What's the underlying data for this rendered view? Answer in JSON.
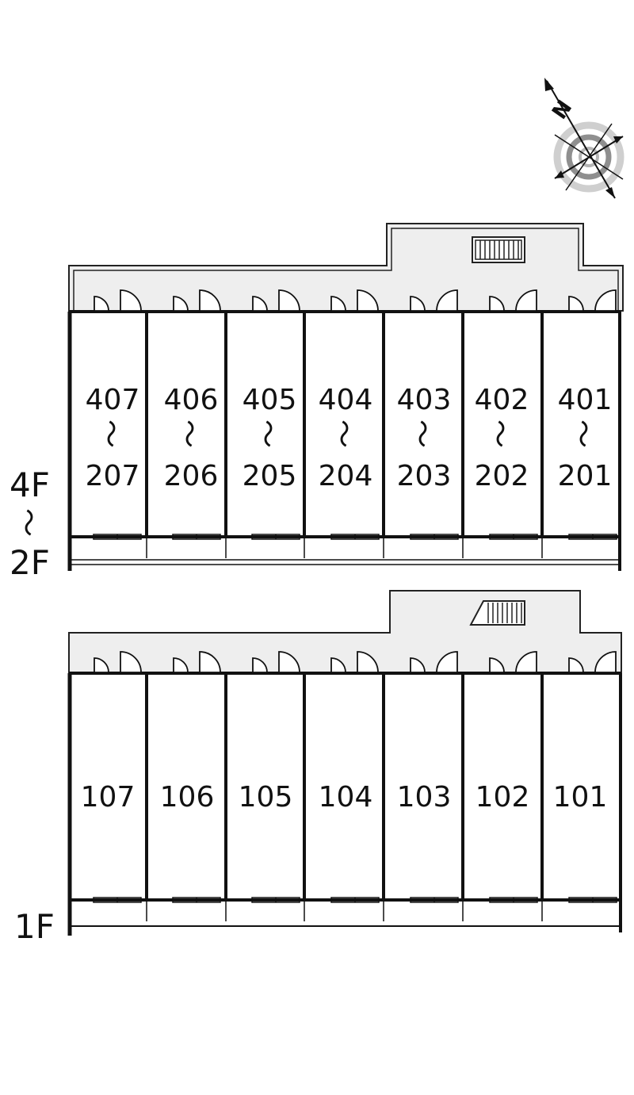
{
  "floors": {
    "upper": {
      "label_top": "4F",
      "label_sep": "〜",
      "label_bottom": "2F",
      "units": [
        {
          "top": "407",
          "sep": "〜",
          "bottom": "207"
        },
        {
          "top": "406",
          "sep": "〜",
          "bottom": "206"
        },
        {
          "top": "405",
          "sep": "〜",
          "bottom": "205"
        },
        {
          "top": "404",
          "sep": "〜",
          "bottom": "204"
        },
        {
          "top": "403",
          "sep": "〜",
          "bottom": "203"
        },
        {
          "top": "402",
          "sep": "〜",
          "bottom": "202"
        },
        {
          "top": "401",
          "sep": "〜",
          "bottom": "201"
        }
      ]
    },
    "ground": {
      "label": "1F",
      "units": [
        "107",
        "106",
        "105",
        "104",
        "103",
        "102",
        "101"
      ]
    }
  },
  "compass": {
    "letter": "N",
    "icon": "north-arrow-compass-icon"
  },
  "colors": {
    "corridor": "#eeeeee",
    "wall": "#111111",
    "compass_ring": "#999999"
  }
}
